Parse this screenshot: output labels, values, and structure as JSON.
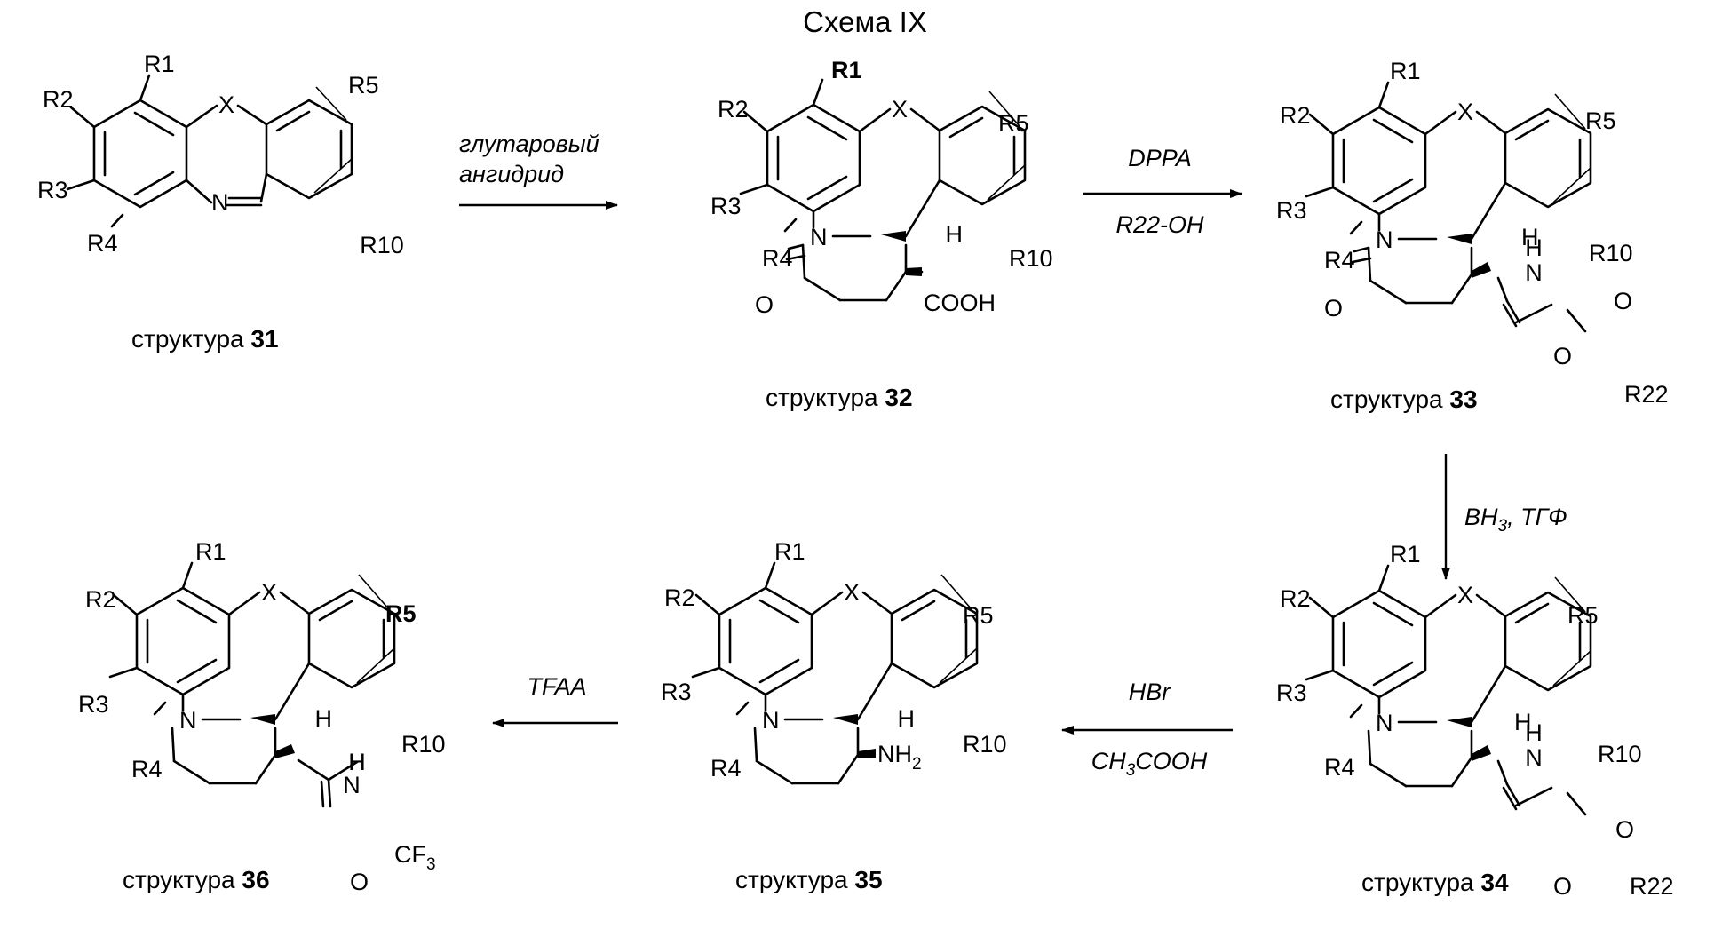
{
  "title": "Схема IX",
  "reagents": {
    "r1_line1": "глутаровый",
    "r1_line2": "ангидрид",
    "r2_line1": "DPPA",
    "r2_line2": "R22-OH",
    "r3_a": "BH",
    "r3_sub": "3",
    "r3_b": ", ТГФ",
    "r4_line1": "HBr",
    "r4_line2a": "CH",
    "r4_line2sub": "3",
    "r4_line2b": "COOH",
    "r5_line1": "TFAA"
  },
  "structures": [
    {
      "caption": "структура",
      "number": "31"
    },
    {
      "caption": "структура",
      "number": "32"
    },
    {
      "caption": "структура",
      "number": "33"
    },
    {
      "caption": "структура",
      "number": "34"
    },
    {
      "caption": "структура",
      "number": "35"
    },
    {
      "caption": "структура",
      "number": "36"
    }
  ],
  "atoms": {
    "R1": "R1",
    "R2": "R2",
    "R3": "R3",
    "R4": "R4",
    "R5": "R5",
    "R10": "R10",
    "X": "X",
    "N": "N",
    "H": "H",
    "O": "O",
    "COOH": "COOH",
    "R22": "R22",
    "NH": "NH",
    "NH2_sub": "2",
    "CF": "CF",
    "CF3_sub": "3"
  }
}
